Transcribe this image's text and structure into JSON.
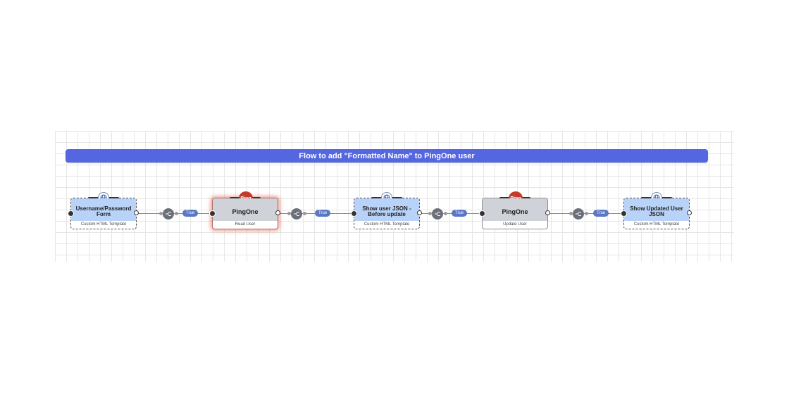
{
  "flow": {
    "title": "Flow to add \"Formatted Name\" to PingOne user",
    "nodes": [
      {
        "label": "Username/Password Form",
        "subtitle": "Custom HTML Template",
        "badge": "globe-icon"
      },
      {
        "label": "PingOne",
        "subtitle": "Read User",
        "badge": "Ping"
      },
      {
        "label": "Show user JSON - Before update",
        "subtitle": "Custom HTML Template",
        "badge": "globe-icon"
      },
      {
        "label": "PingOne",
        "subtitle": "Update User",
        "badge": "Ping"
      },
      {
        "label": "Show Updated User JSON",
        "subtitle": "Custom HTML Template",
        "badge": "globe-icon"
      }
    ],
    "connections": [
      {
        "label": "True"
      },
      {
        "label": "True"
      },
      {
        "label": "True"
      },
      {
        "label": "True"
      }
    ]
  },
  "colors": {
    "banner": "#5466e0",
    "template_node": "#b8d2f8",
    "ping_node": "#cfd2d8",
    "ping_badge": "#c43b2e",
    "true_pill": "#5a78c4"
  }
}
